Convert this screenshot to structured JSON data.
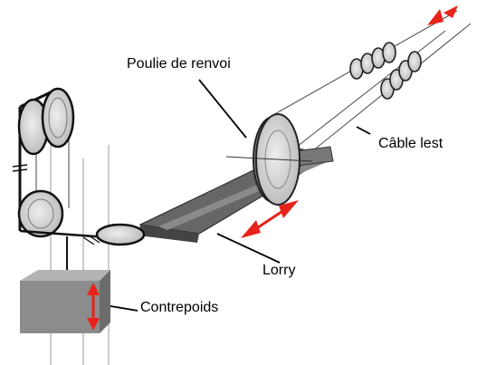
{
  "labels": {
    "pulley": "Poulie de renvoi",
    "ballast_cable": "Câble lest",
    "lorry": "Lorry",
    "counterweight": "Contrepoids"
  },
  "colors": {
    "arrow": "#e8231b",
    "wheel_fill": "#d6d6d6",
    "wheel_edge": "#3a3a3a",
    "frame": "#555555",
    "block_front": "#8c8c8c",
    "block_side": "#6c6c6c",
    "block_top": "#b4b4b4"
  },
  "icons": [
    "pulley-wheel",
    "sheave-wheel",
    "double-arrow",
    "arrowhead"
  ]
}
